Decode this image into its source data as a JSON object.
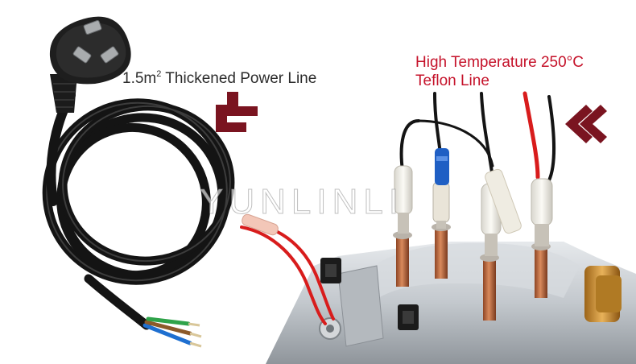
{
  "labels": {
    "power_line_prefix": "1.5m",
    "power_line_superscript": "2",
    "power_line_suffix": " Thickened Power Line",
    "teflon_line_1": "High Temperature 250°C",
    "teflon_line_2": "Teflon Line"
  },
  "watermark": "YUNLINLI",
  "colors": {
    "arrow": "#7a1420",
    "label_red": "#c5122a",
    "label_dark": "#2b2b2b",
    "cable": "#141414",
    "wire_red": "#d81c1c",
    "copper": "#b5633a",
    "brass": "#c98a2e",
    "housing": "#c8cdd2"
  }
}
